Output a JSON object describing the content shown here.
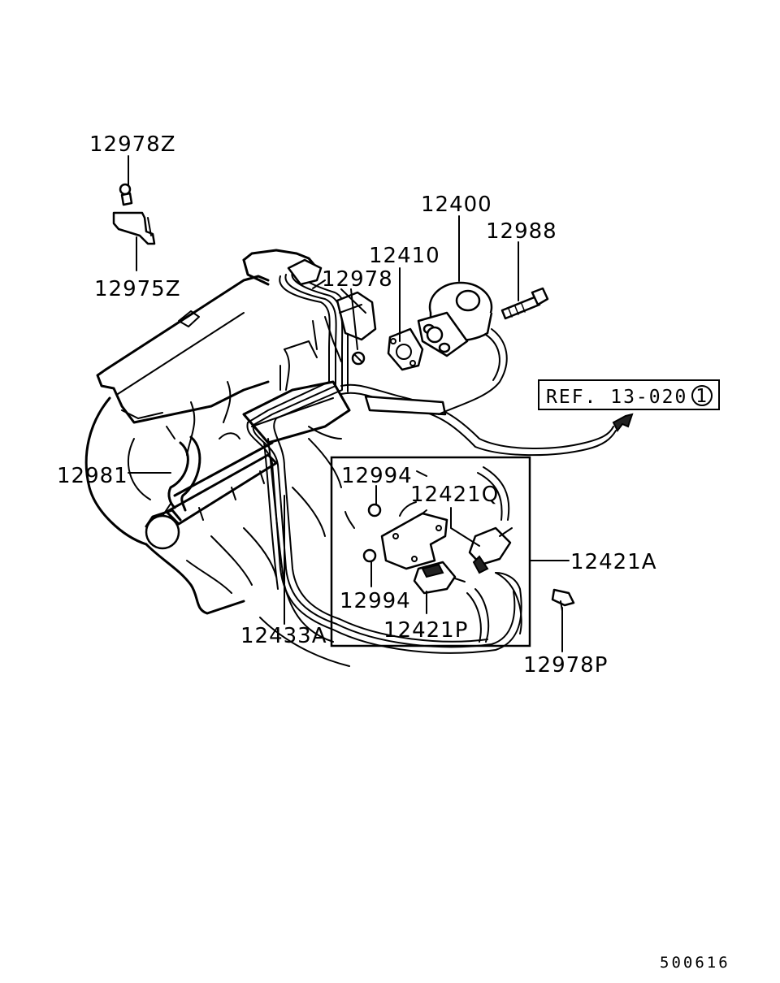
{
  "labels": {
    "p12978Z": "12978Z",
    "p12975Z": "12975Z",
    "p12400": "12400",
    "p12988": "12988",
    "p12410": "12410",
    "p12978": "12978",
    "p12981": "12981",
    "p12994a": "12994",
    "p12421Q": "12421Q",
    "p12421A": "12421A",
    "p12994b": "12994",
    "p12421P": "12421P",
    "p12433A": "12433A",
    "p12978P": "12978P"
  },
  "reference": {
    "text": "REF. 13-020",
    "index": "1"
  },
  "diagram_code": "500616"
}
